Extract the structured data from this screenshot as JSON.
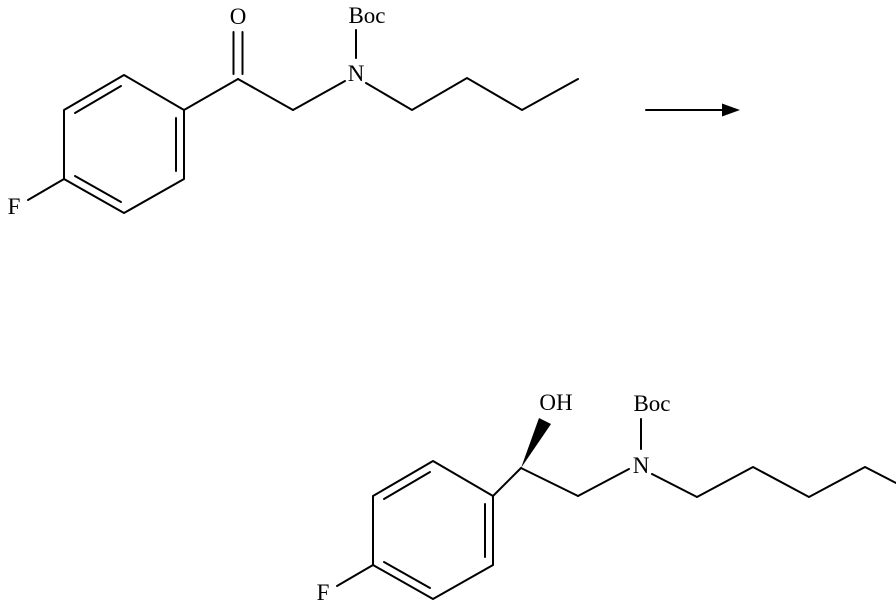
{
  "colors": {
    "background": "#ffffff",
    "line": "#000000"
  },
  "reactant": {
    "atom_labels": {
      "oxygen": "O",
      "boc": "Boc",
      "nitrogen": "N",
      "fluorine": "F"
    }
  },
  "product": {
    "atom_labels": {
      "hydroxyl": "OH",
      "boc": "Boc",
      "nitrogen": "N",
      "fluorine": "F"
    }
  }
}
